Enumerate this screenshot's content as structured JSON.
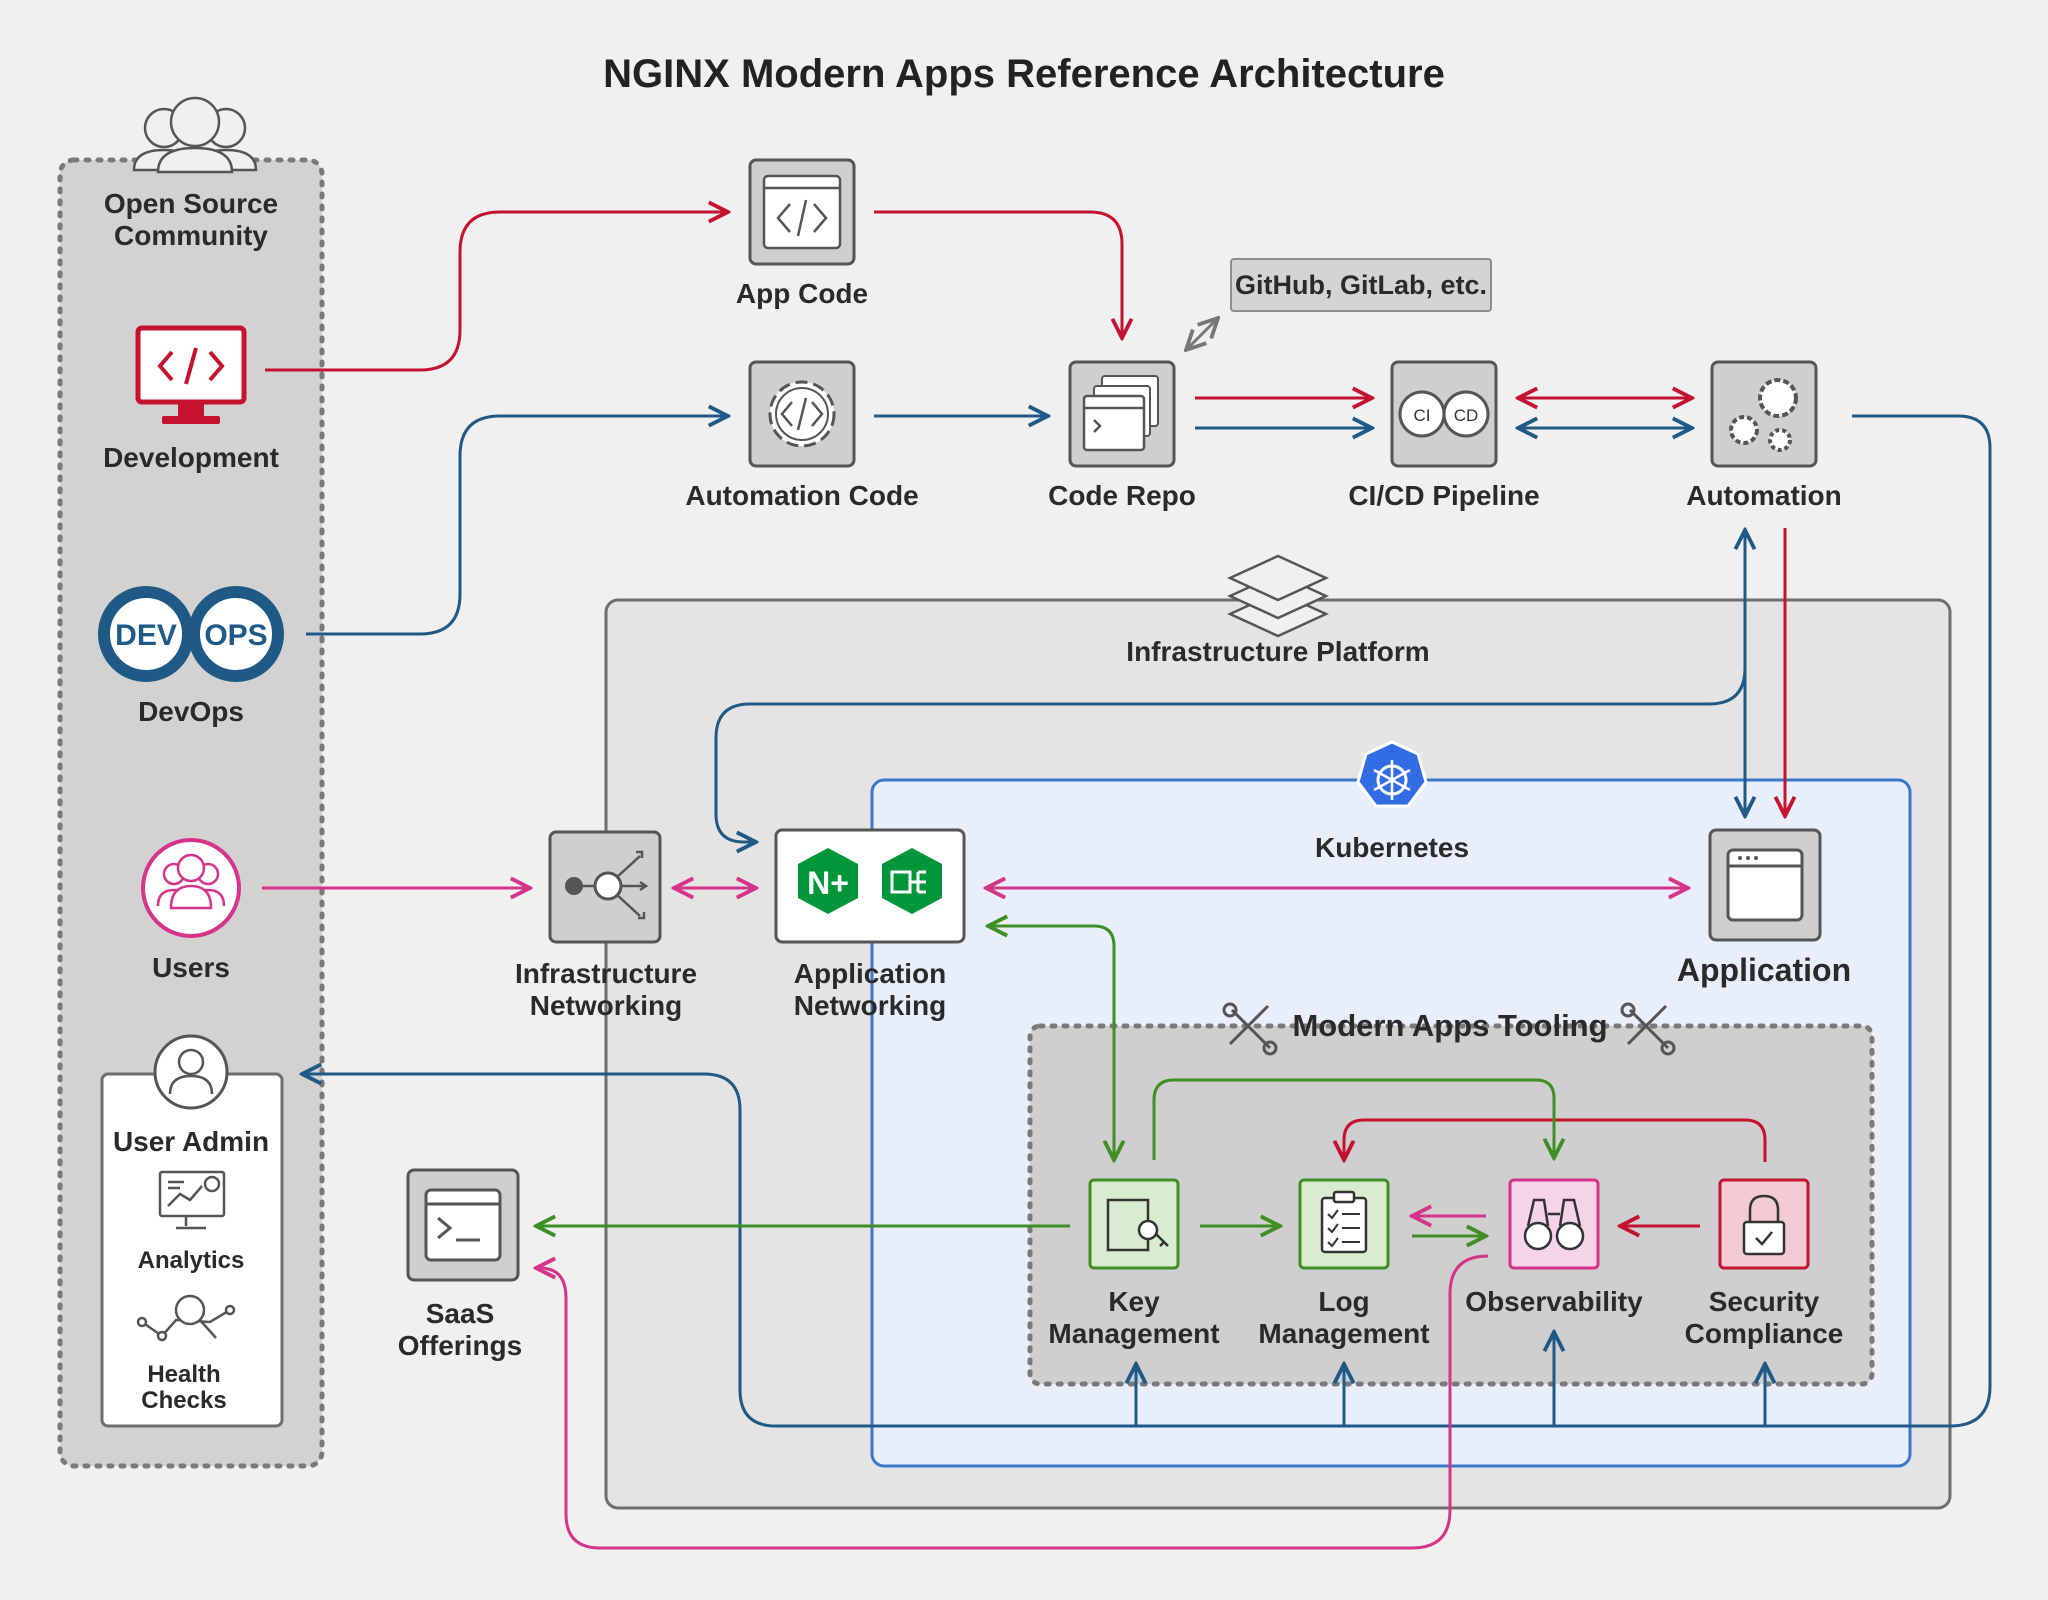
{
  "title": "NGINX Modern Apps Reference Architecture",
  "community": {
    "label_line1": "Open Source",
    "label_line2": "Community",
    "development": "Development",
    "devops": "DevOps",
    "dev_badge": "DEV",
    "ops_badge": "OPS",
    "users": "Users",
    "user_admin": "User Admin",
    "analytics": "Analytics",
    "health_line1": "Health",
    "health_line2": "Checks"
  },
  "pipeline": {
    "app_code": "App Code",
    "automation_code": "Automation Code",
    "code_repo": "Code Repo",
    "repo_hosts": "GitHub, GitLab, etc.",
    "cicd": "CI/CD Pipeline",
    "ci_badge": "CI",
    "cd_badge": "CD",
    "automation": "Automation"
  },
  "platform": {
    "infrastructure_platform": "Infrastructure Platform",
    "kubernetes": "Kubernetes",
    "infra_net_line1": "Infrastructure",
    "infra_net_line2": "Networking",
    "app_net_line1": "Application",
    "app_net_line2": "Networking",
    "application": "Application",
    "saas_line1": "SaaS",
    "saas_line2": "Offerings"
  },
  "tooling": {
    "title": "Modern Apps Tooling",
    "key_line1": "Key",
    "key_line2": "Management",
    "log_line1": "Log",
    "log_line2": "Management",
    "observability": "Observability",
    "sec_line1": "Security",
    "sec_line2": "Compliance"
  },
  "colors": {
    "red": "#c4122f",
    "blue": "#1f5a87",
    "magenta": "#d6338a",
    "green": "#3f8f25",
    "k8s_blue": "#326ce5",
    "nginx_green": "#009639"
  }
}
